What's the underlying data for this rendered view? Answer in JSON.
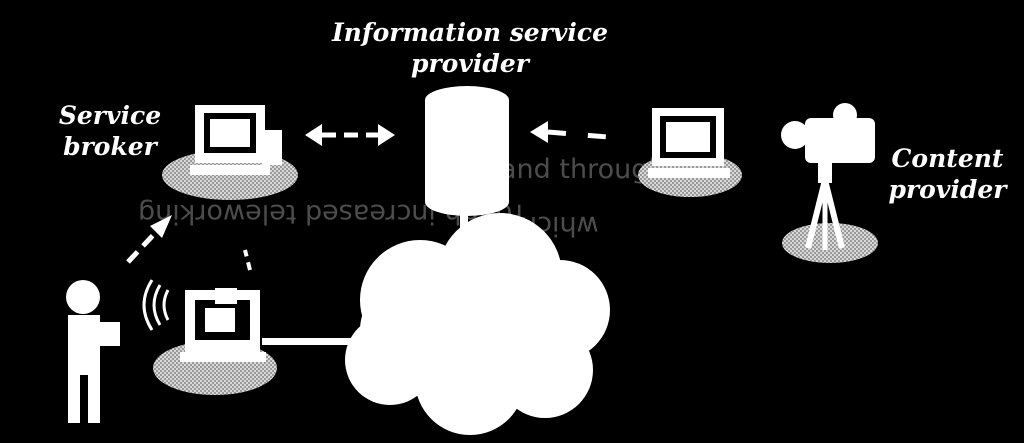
{
  "labels": {
    "info_provider_line1": "Information service",
    "info_provider_line2": "provider",
    "service_broker_line1": "Service",
    "service_broker_line2": "broker",
    "content_provider_line1": "Content",
    "content_provider_line2": "provider"
  },
  "colors": {
    "background": "#000000",
    "foreground": "#ffffff",
    "shadow": "#bdbdbd"
  },
  "icons": {
    "server": "database-cylinder-icon",
    "broker_pc": "computer-icon",
    "content_pc": "computer-icon",
    "camera": "video-camera-icon",
    "user": "person-icon",
    "terminal": "computer-icon",
    "network": "cloud-icon"
  }
}
